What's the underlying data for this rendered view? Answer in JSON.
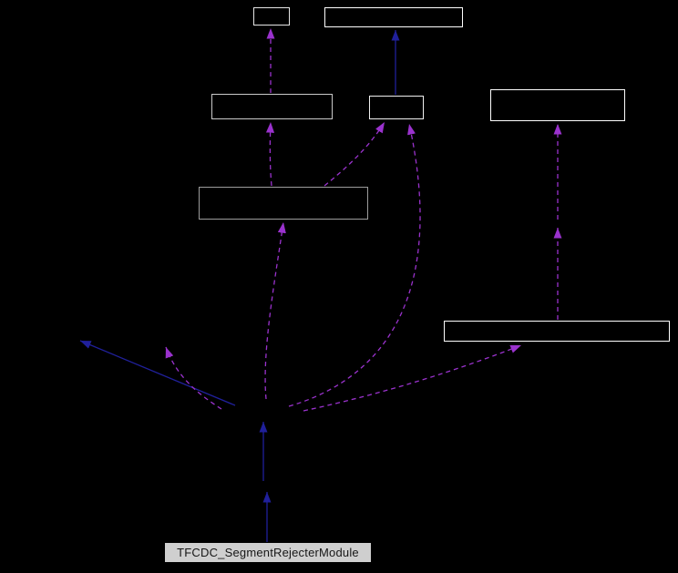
{
  "diagram": {
    "type": "doxygen-collaboration-graph",
    "background": "#000000",
    "colors": {
      "inheritance_edge": "#20209b",
      "collaboration_edge": "#9a32cd",
      "highlight_fill": "#cfcfcf",
      "highlight_text": "#161616"
    },
    "nodes": [
      {
        "id": "a",
        "label": "",
        "border": "#e6e6e6",
        "kind": "class"
      },
      {
        "id": "b",
        "label": "",
        "border": "#ffffff",
        "kind": "class"
      },
      {
        "id": "c",
        "label": "",
        "border": "#c9c9c9",
        "kind": "class"
      },
      {
        "id": "d",
        "label": "",
        "border": "#f0f0f0",
        "kind": "class"
      },
      {
        "id": "e",
        "label": "",
        "border": "#ffffff",
        "kind": "class"
      },
      {
        "id": "f",
        "label": "",
        "border": "#9c9c9c",
        "kind": "class"
      },
      {
        "id": "g",
        "label": "",
        "border": "#ffffff",
        "kind": "class"
      },
      {
        "id": "h",
        "label": "TFCDC_SegmentRejecterModule",
        "border": "#000000",
        "kind": "current"
      }
    ],
    "edges": [
      {
        "id": "e1",
        "from": "h",
        "to": "hidden-1",
        "kind": "inheritance"
      },
      {
        "id": "e2",
        "from": "hidden-1",
        "to": "hidden-2",
        "kind": "inheritance"
      },
      {
        "id": "e3",
        "from": "hidden-2",
        "to": "hidden-3",
        "kind": "inheritance"
      },
      {
        "id": "e4",
        "from": "hidden-2",
        "to": "hidden-4",
        "kind": "collaboration"
      },
      {
        "id": "e5",
        "from": "hidden-2",
        "to": "f",
        "kind": "collaboration"
      },
      {
        "id": "e6",
        "from": "f",
        "to": "c",
        "kind": "collaboration"
      },
      {
        "id": "e7",
        "from": "c",
        "to": "a",
        "kind": "collaboration"
      },
      {
        "id": "e8",
        "from": "d",
        "to": "b",
        "kind": "inheritance"
      },
      {
        "id": "e9",
        "from": "f",
        "to": "d",
        "kind": "collaboration"
      },
      {
        "id": "e10",
        "from": "hidden-2",
        "to": "d",
        "kind": "collaboration"
      },
      {
        "id": "e11",
        "from": "hidden-2",
        "to": "g",
        "kind": "collaboration"
      },
      {
        "id": "e12",
        "from": "g",
        "to": "hidden-5",
        "kind": "collaboration"
      },
      {
        "id": "e13",
        "from": "hidden-5",
        "to": "e",
        "kind": "collaboration"
      }
    ]
  }
}
